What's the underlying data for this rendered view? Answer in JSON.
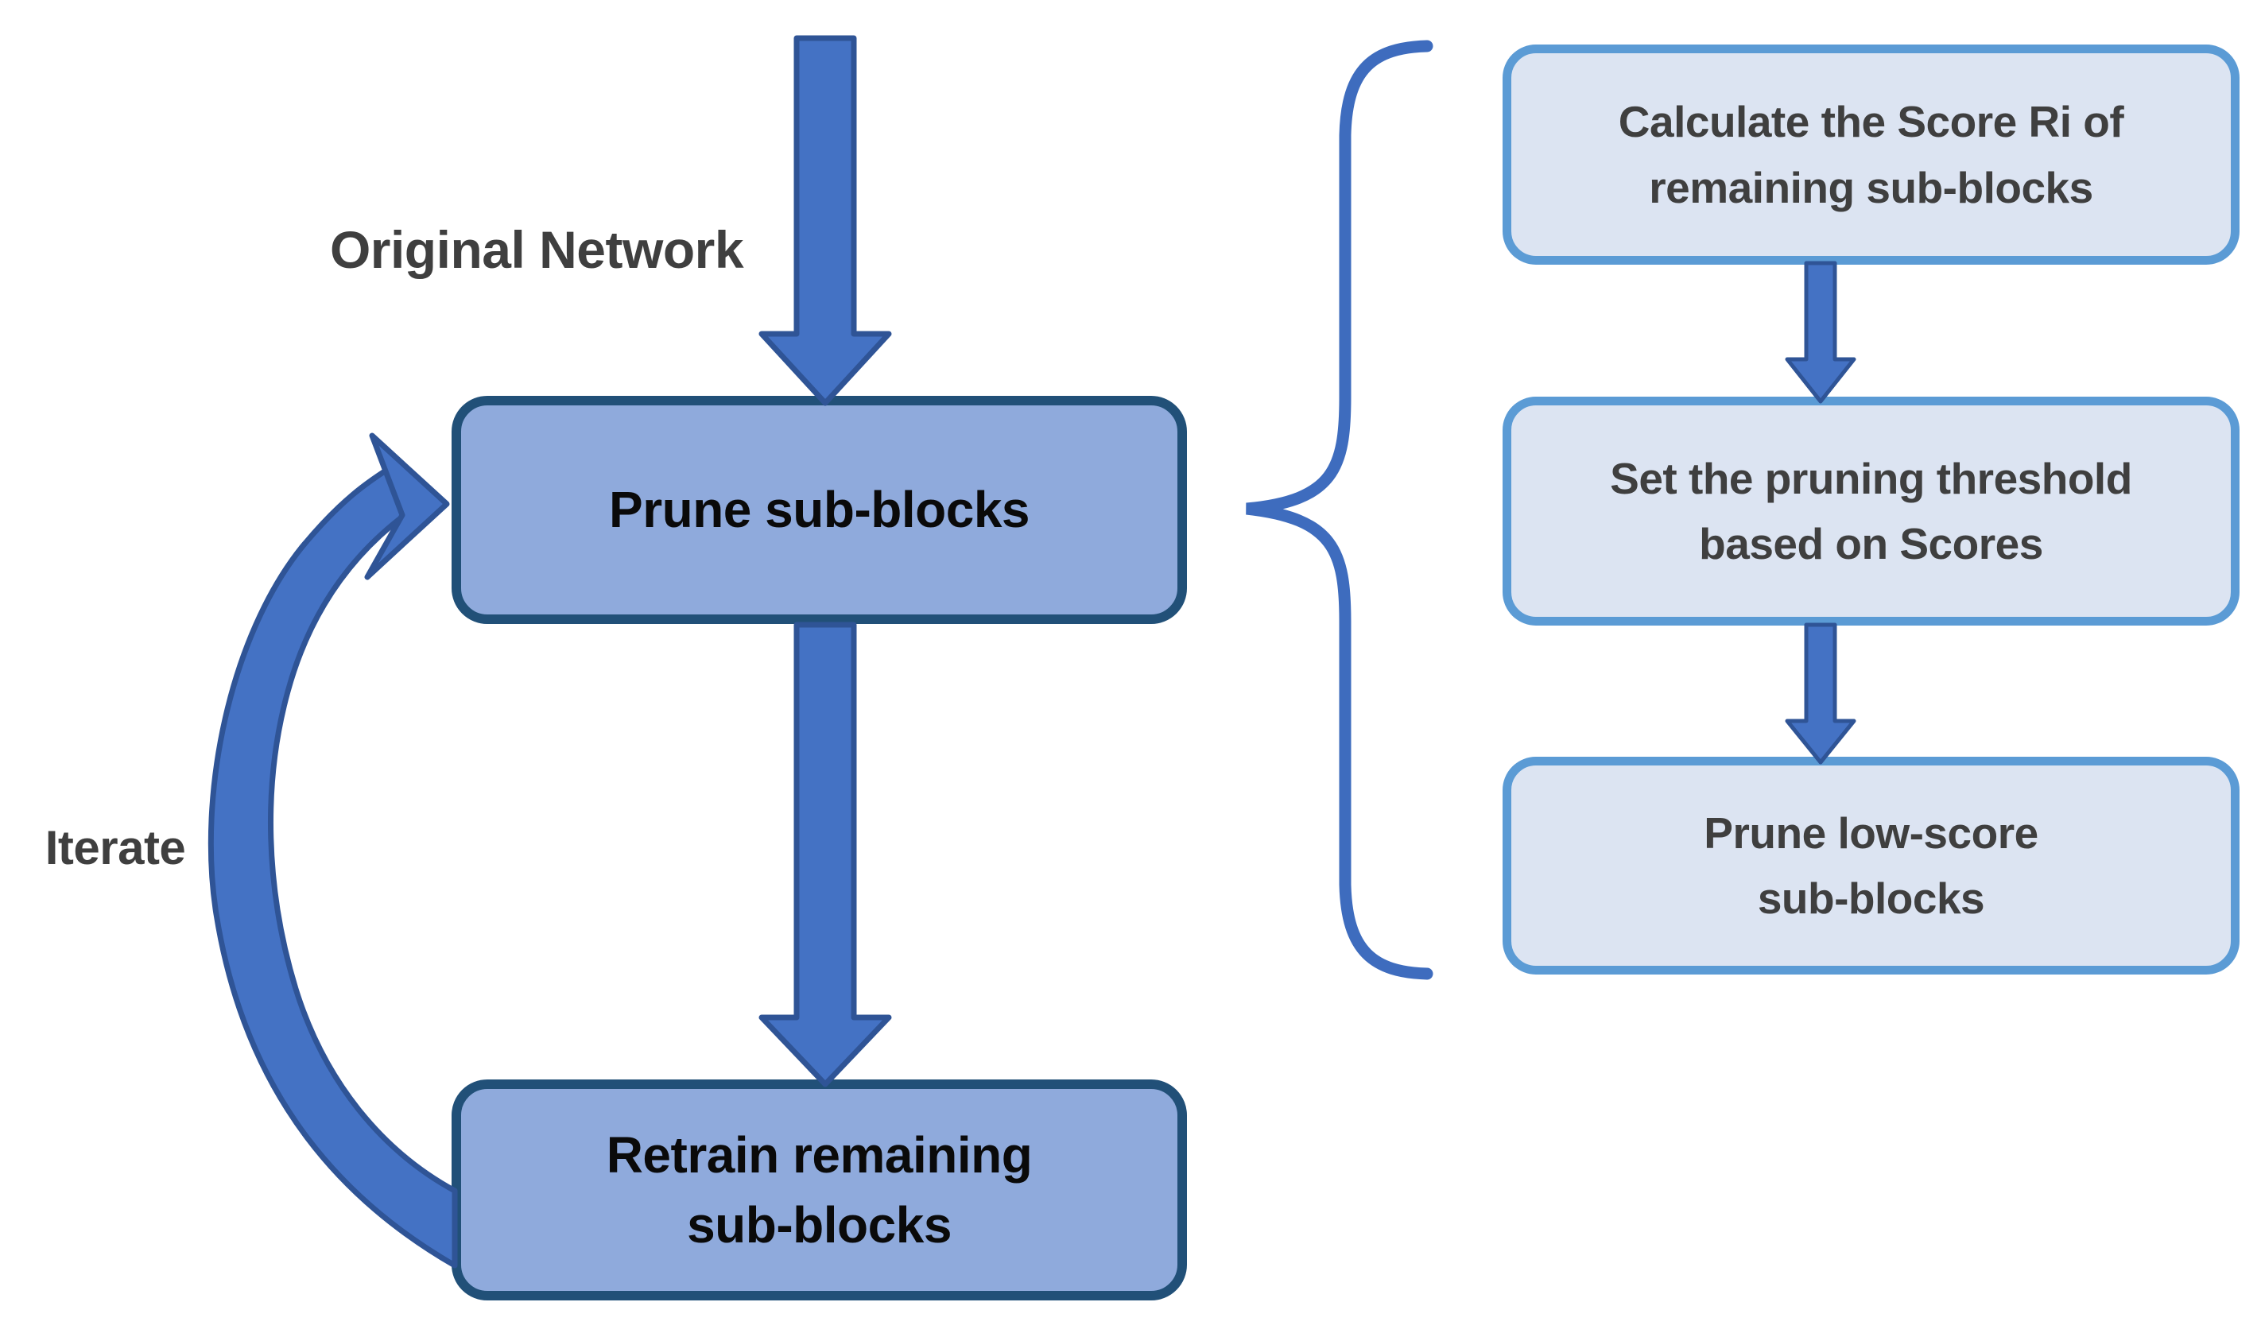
{
  "figure": {
    "description": "Iterative sub-block pruning flowchart"
  },
  "labels": {
    "original_network": "Original Network",
    "iterate": "Iterate"
  },
  "main_flow": {
    "boxes": [
      {
        "id": "prune",
        "label": "Prune sub-blocks"
      },
      {
        "id": "retrain",
        "label": "Retrain remaining\nsub-blocks"
      }
    ]
  },
  "detail_flow": {
    "boxes": [
      {
        "id": "calculate-score",
        "label": "Calculate the Score Ri of\nremaining sub-blocks"
      },
      {
        "id": "set-threshold",
        "label": "Set the pruning threshold\nbased on Scores"
      },
      {
        "id": "prune-low-score",
        "label": "Prune low-score\nsub-blocks"
      }
    ]
  },
  "icons": {
    "input_arrow": "block-down-arrow",
    "prune_to_retrain_arrow": "block-down-arrow",
    "detail_arrow_1": "block-down-arrow",
    "detail_arrow_2": "block-down-arrow",
    "iterate_arrow": "curved-up-arrow",
    "brace": "left-curly-brace"
  },
  "colors": {
    "background": "#FFFFFF",
    "main_box_fill": "#8FAADC",
    "main_box_border": "#215078",
    "main_box_text": "#0A0A0A",
    "detail_box_fill": "#DCE4F2",
    "detail_box_border": "#5B9BD5",
    "detail_box_text": "#3F3F3F",
    "arrow_fill": "#4472C4",
    "arrow_outline": "#2F5496",
    "brace": "#3E6CBE",
    "label_text": "#3F3F3F"
  }
}
